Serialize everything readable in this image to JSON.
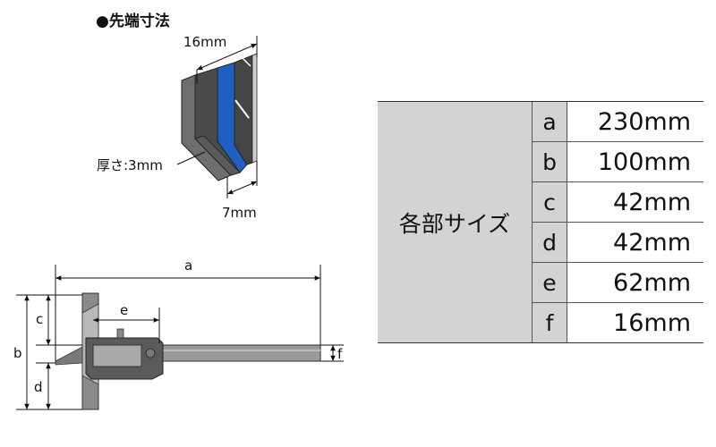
{
  "tip": {
    "title": "●先端寸法",
    "width_label": "16mm",
    "thickness_label": "厚さ:3mm",
    "tip_label": "7mm"
  },
  "caliper": {
    "a": "a",
    "b": "b",
    "c": "c",
    "d": "d",
    "e": "e",
    "f": "f"
  },
  "size_table": {
    "header": "各部サイズ",
    "rows": [
      {
        "key": "a",
        "value": "230mm"
      },
      {
        "key": "b",
        "value": "100mm"
      },
      {
        "key": "c",
        "value": "42mm"
      },
      {
        "key": "d",
        "value": "42mm"
      },
      {
        "key": "e",
        "value": "62mm"
      },
      {
        "key": "f",
        "value": "16mm"
      }
    ]
  },
  "colors": {
    "blade_dark": "#4a4a4a",
    "blade_gray": "#6e6e6e",
    "blade_blue": "#1f5fc0",
    "table_gray": "#d3d3d3"
  }
}
